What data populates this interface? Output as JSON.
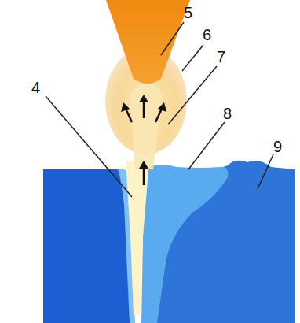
{
  "diagram": {
    "labels": [
      "5",
      "6",
      "7",
      "4",
      "8",
      "9"
    ]
  }
}
